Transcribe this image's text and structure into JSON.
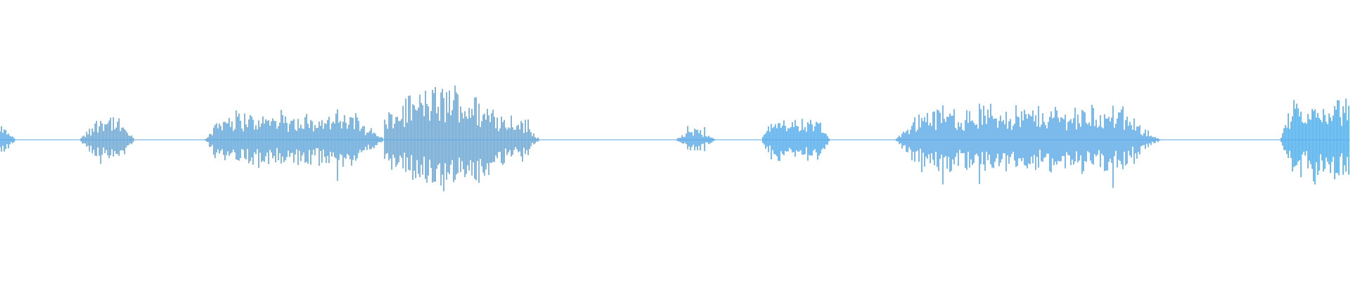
{
  "waveform": {
    "color": "#5aa9e4",
    "background": "#ffffff",
    "segments": [
      {
        "start": 0.0,
        "end": 0.012,
        "peak": 0.12,
        "shape": "decay"
      },
      {
        "start": 0.059,
        "end": 0.1,
        "peak": 0.17,
        "shape": "bump"
      },
      {
        "start": 0.151,
        "end": 0.285,
        "peak": 0.18,
        "shape": "plateau"
      },
      {
        "start": 0.285,
        "end": 0.4,
        "peak": 0.36,
        "shape": "swell"
      },
      {
        "start": 0.5,
        "end": 0.53,
        "peak": 0.08,
        "shape": "bump"
      },
      {
        "start": 0.564,
        "end": 0.615,
        "peak": 0.14,
        "shape": "plateau"
      },
      {
        "start": 0.663,
        "end": 0.86,
        "peak": 0.22,
        "shape": "plateau"
      },
      {
        "start": 0.948,
        "end": 1.0,
        "peak": 0.27,
        "shape": "rise"
      }
    ]
  }
}
